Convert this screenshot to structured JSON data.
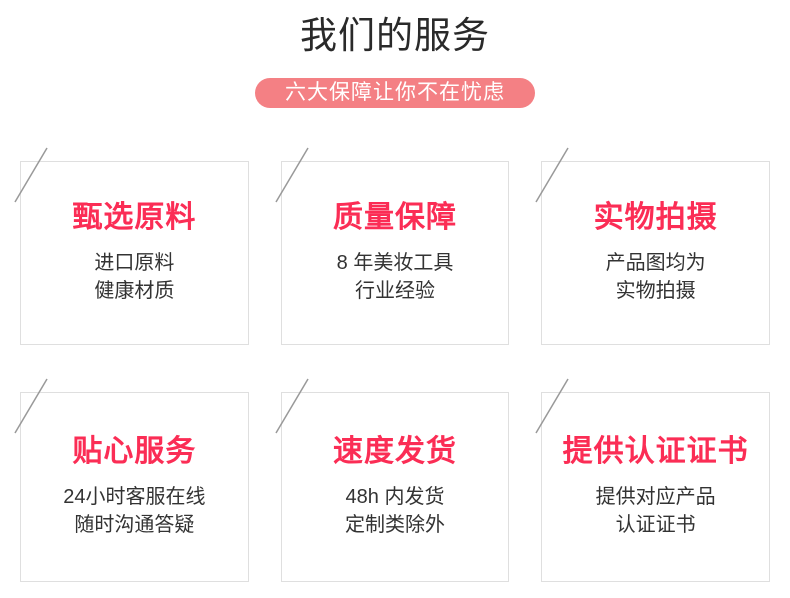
{
  "header": {
    "title": "我们的服务",
    "badge": "六大保障让你不在忧虑"
  },
  "colors": {
    "accent": "#fb2d55",
    "badge_bg": "#f48084",
    "badge_text": "#ffffff",
    "title_text": "#2a2a2a",
    "body_text": "#333333",
    "card_border": "#dfdfdf",
    "slash_line": "#999999",
    "page_bg": "#ffffff"
  },
  "cards": [
    {
      "title": "甄选原料",
      "lines": [
        "进口原料",
        "健康材质"
      ]
    },
    {
      "title": "质量保障",
      "lines": [
        "8 年美妆工具",
        "行业经验"
      ]
    },
    {
      "title": "实物拍摄",
      "lines": [
        "产品图均为",
        "实物拍摄"
      ]
    },
    {
      "title": "贴心服务",
      "lines": [
        "24小时客服在线",
        "随时沟通答疑"
      ]
    },
    {
      "title": "速度发货",
      "lines": [
        "48h 内发货",
        "定制类除外"
      ]
    },
    {
      "title": "提供认证证书",
      "lines": [
        "提供对应产品",
        "认证证书"
      ]
    }
  ]
}
